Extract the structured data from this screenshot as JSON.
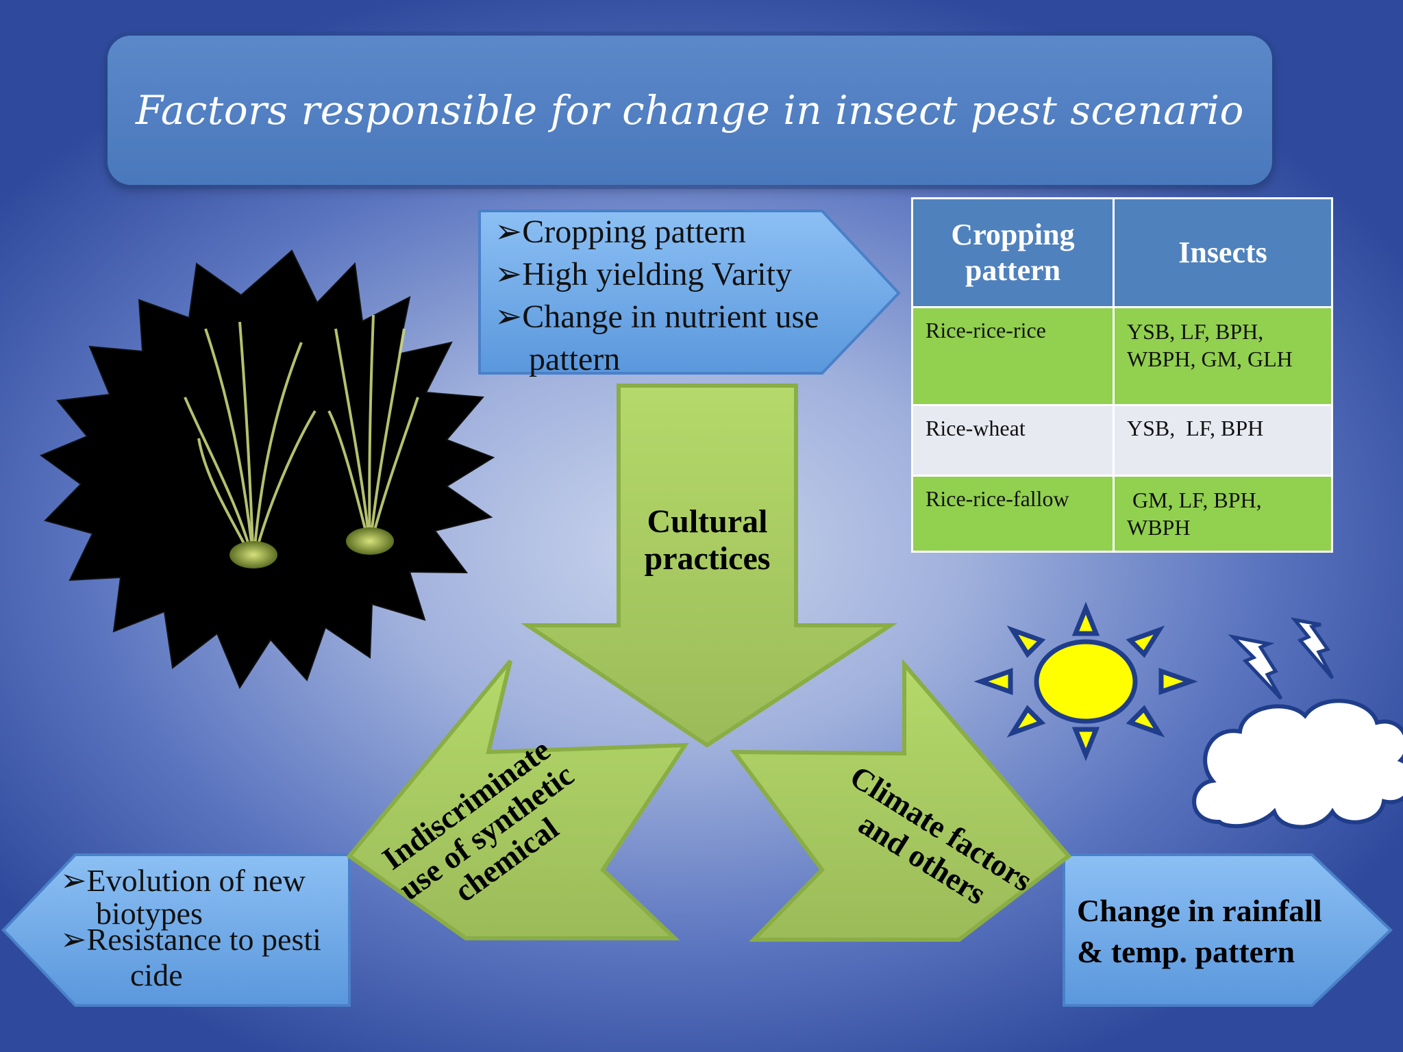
{
  "title": "Factors responsible for change in insect pest scenario",
  "top_box": {
    "items": [
      "Cropping pattern",
      "High yielding Varity",
      "Change in nutrient use",
      "pattern"
    ]
  },
  "center_arrow": {
    "line1": "Cultural",
    "line2": "practices"
  },
  "left_arrow": {
    "line1": "Indiscriminate",
    "line2": "use of synthetic",
    "line3": "chemical"
  },
  "right_arrow": {
    "line1": "Climate factors",
    "line2": "and others"
  },
  "left_box": {
    "items": [
      "Evolution of new",
      "biotypes",
      "Resistance to pesti",
      "cide"
    ]
  },
  "right_box": {
    "line1": "Change in rainfall",
    "line2": "& temp. pattern"
  },
  "table": {
    "headers": [
      "Cropping pattern",
      "Insects"
    ],
    "rows": [
      [
        "Rice-rice-rice",
        "YSB, LF, BPH, WBPH, GM, GLH"
      ],
      [
        "Rice-wheat",
        "YSB,  LF, BPH"
      ],
      [
        "Rice-rice-fallow",
        " GM, LF, BPH, WBPH"
      ]
    ]
  },
  "colors": {
    "arrow_green": "#9bbb59",
    "arrow_green_light": "#c3e36a",
    "box_blue": "#6fa8e6",
    "table_header": "#4f81bd",
    "table_green": "#92d050",
    "sun_yellow": "#ffff00"
  },
  "icons": [
    "starburst-rice-image",
    "sun-icon",
    "lightning-icon",
    "cloud-icon"
  ]
}
